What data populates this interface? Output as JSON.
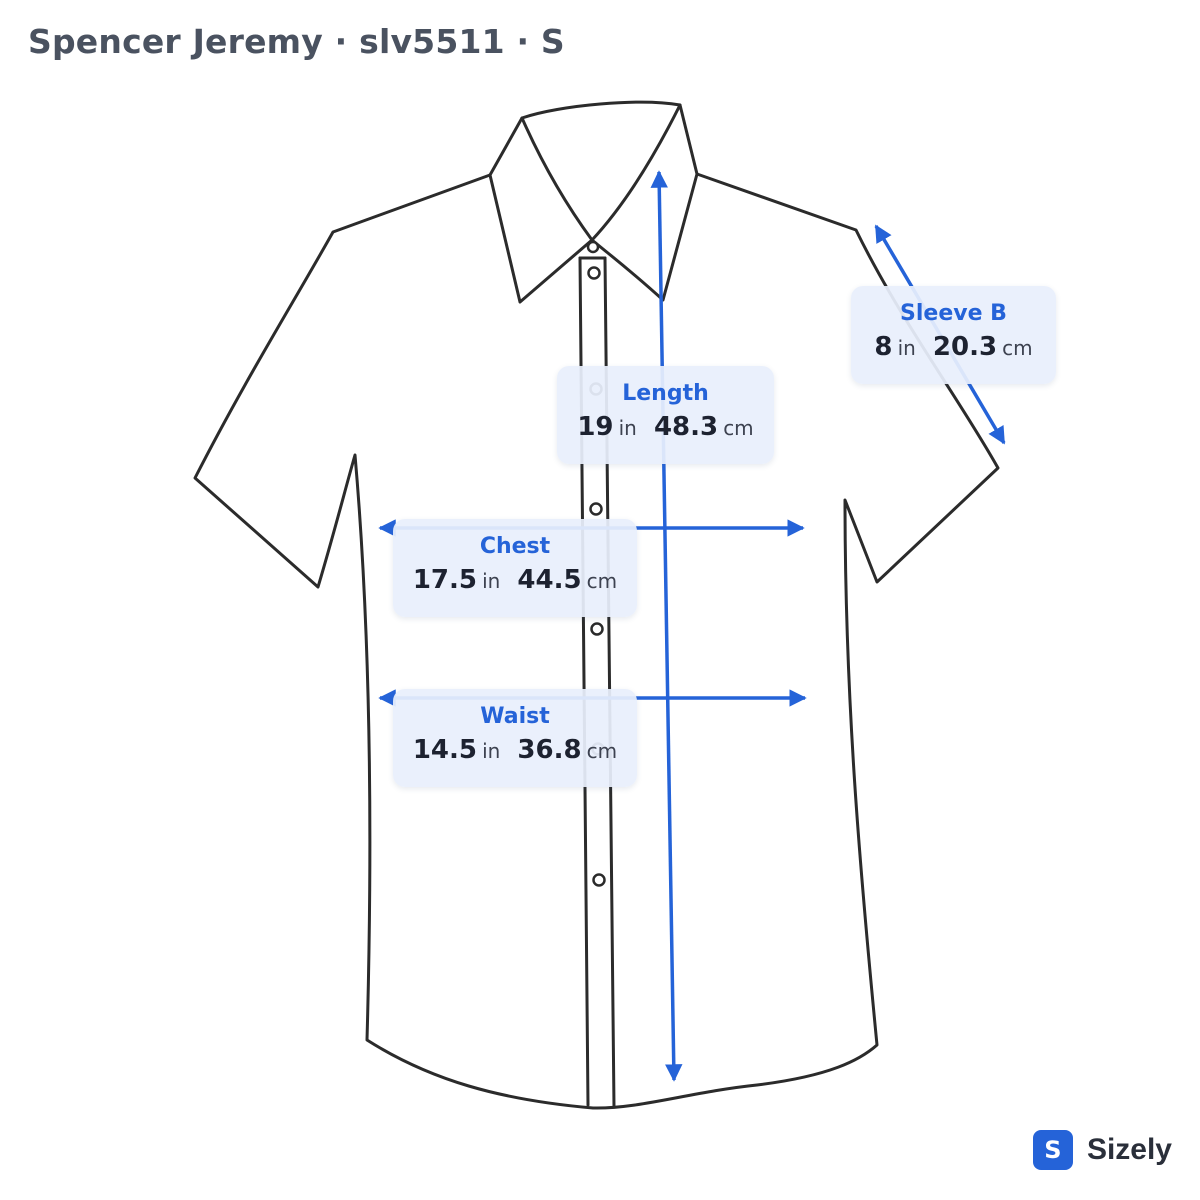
{
  "header": {
    "title": "Spencer Jeremy · slv5511 · S"
  },
  "measurements": {
    "length": {
      "name": "Length",
      "in_value": "19",
      "in_unit": "in",
      "cm_value": "48.3",
      "cm_unit": "cm"
    },
    "sleeve": {
      "name": "Sleeve B",
      "in_value": "8",
      "in_unit": "in",
      "cm_value": "20.3",
      "cm_unit": "cm"
    },
    "chest": {
      "name": "Chest",
      "in_value": "17.5",
      "in_unit": "in",
      "cm_value": "44.5",
      "cm_unit": "cm"
    },
    "waist": {
      "name": "Waist",
      "in_value": "14.5",
      "in_unit": "in",
      "cm_value": "36.8",
      "cm_unit": "cm"
    }
  },
  "brand": {
    "badge": "S",
    "name": "Sizely"
  },
  "colors": {
    "accent": "#2563d8",
    "outline": "#2b2b2b",
    "card": "#e8effc",
    "title": "#4a5260"
  }
}
